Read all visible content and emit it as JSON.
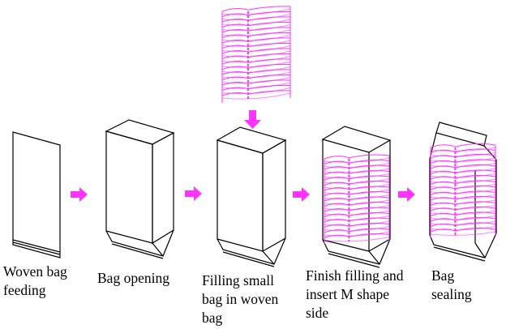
{
  "colors": {
    "accent": "#ff33ff",
    "line": "#000000"
  },
  "steps": [
    {
      "lines": [
        "Woven bag",
        "feeding"
      ]
    },
    {
      "lines": [
        "Bag opening"
      ]
    },
    {
      "lines": [
        "Filling small",
        "bag in woven",
        "bag"
      ]
    },
    {
      "lines": [
        "Finish filling and",
        "insert M shape",
        "side"
      ]
    },
    {
      "lines": [
        "Bag",
        "sealing"
      ]
    }
  ]
}
